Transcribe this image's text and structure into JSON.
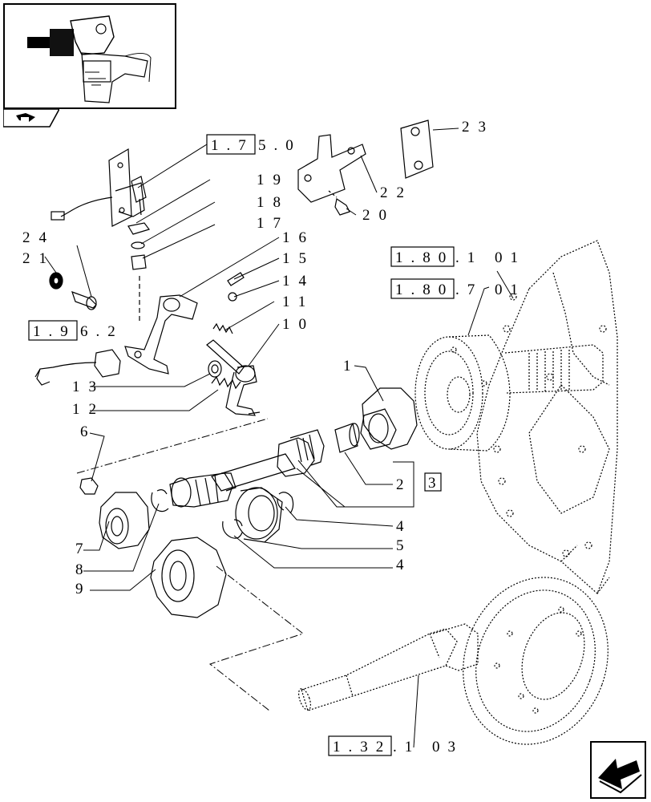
{
  "thumbnail": {
    "icon": "assembly-thumbnail-icon"
  },
  "nav": {
    "icon": "next-page-arrow-icon"
  },
  "refs": {
    "r1750": {
      "boxed": "1.7",
      "rest": "5.0"
    },
    "r18001": {
      "boxed": "1.80",
      "rest": ".1 01"
    },
    "r18007": {
      "boxed": "1.80",
      "rest": ".7 01"
    },
    "r1962": {
      "boxed": "1.9",
      "rest": "6.2"
    },
    "r13203": {
      "boxed": "1.32",
      "rest": ".1 03"
    },
    "r3": {
      "boxed": "3"
    }
  },
  "callouts": {
    "c1": "1",
    "c2": "2",
    "c4a": "4",
    "c4b": "4",
    "c5": "5",
    "c6": "6",
    "c7": "7",
    "c8": "8",
    "c9": "9",
    "c10": "10",
    "c11": "11",
    "c12": "12",
    "c13": "13",
    "c14": "14",
    "c15": "15",
    "c16": "16",
    "c17": "17",
    "c18": "18",
    "c19": "19",
    "c20": "20",
    "c21": "21",
    "c22": "22",
    "c23": "23",
    "c24": "24"
  }
}
